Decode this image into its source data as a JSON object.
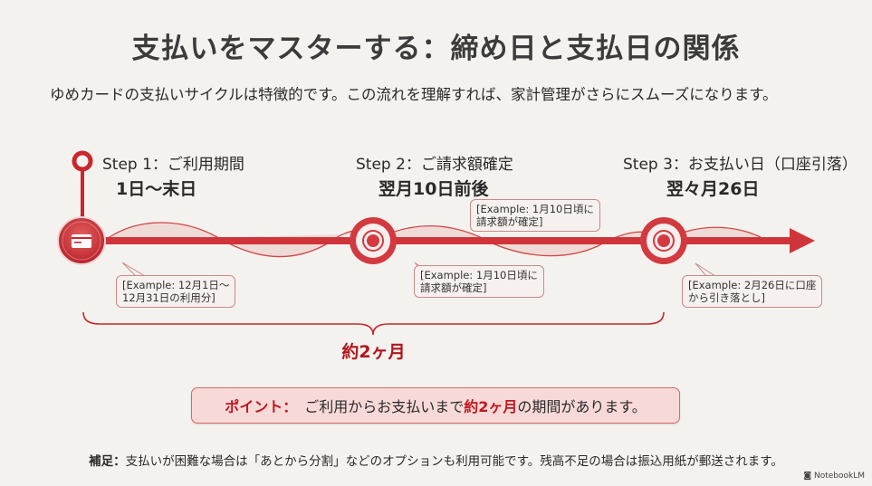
{
  "title": "支払いをマスターする：締め日と支払日の関係",
  "intro": "ゆめカードの支払いサイクルは特徴的です。この流れを理解すれば、家計管理がさらにスムーズになります。",
  "steps": [
    {
      "title": "Step 1：ご利用期間",
      "subtitle": "1日〜末日",
      "callout_line1": "[Example: 12月1日〜",
      "callout_line2": "12月31日の利用分]",
      "icon": "credit-card-icon"
    },
    {
      "title": "Step 2：ご請求額確定",
      "subtitle": "翌月10日前後",
      "callout_line1": "[Example: 1月10日頃に",
      "callout_line2": "請求額が確定]",
      "callout_top_line1": "[Example: 1月10日頃に",
      "callout_top_line2": "請求額が確定]",
      "icon": "target-icon"
    },
    {
      "title": "Step 3：お支払い日（口座引落）",
      "subtitle": "翌々月26日",
      "callout_line1": "[Example: 2月26日に口座",
      "callout_line2": "から引き落とし]",
      "icon": "target-icon"
    }
  ],
  "duration_label": "約2ヶ月",
  "point": {
    "label": "ポイント：",
    "text_before": "ご利用からお支払いまで",
    "highlight": "約2ヶ月",
    "text_after": "の期間があります。"
  },
  "note": {
    "label": "補足：",
    "text": "支払いが困難な場合は「あとから分割」などのオプションも利用可能です。残高不足の場合は振込用紙が郵送されます。"
  },
  "brand": "NotebookLM",
  "colors": {
    "accent": "#c9262e",
    "background": "#f4f2ee",
    "point_bg": "#f7d9d8"
  }
}
